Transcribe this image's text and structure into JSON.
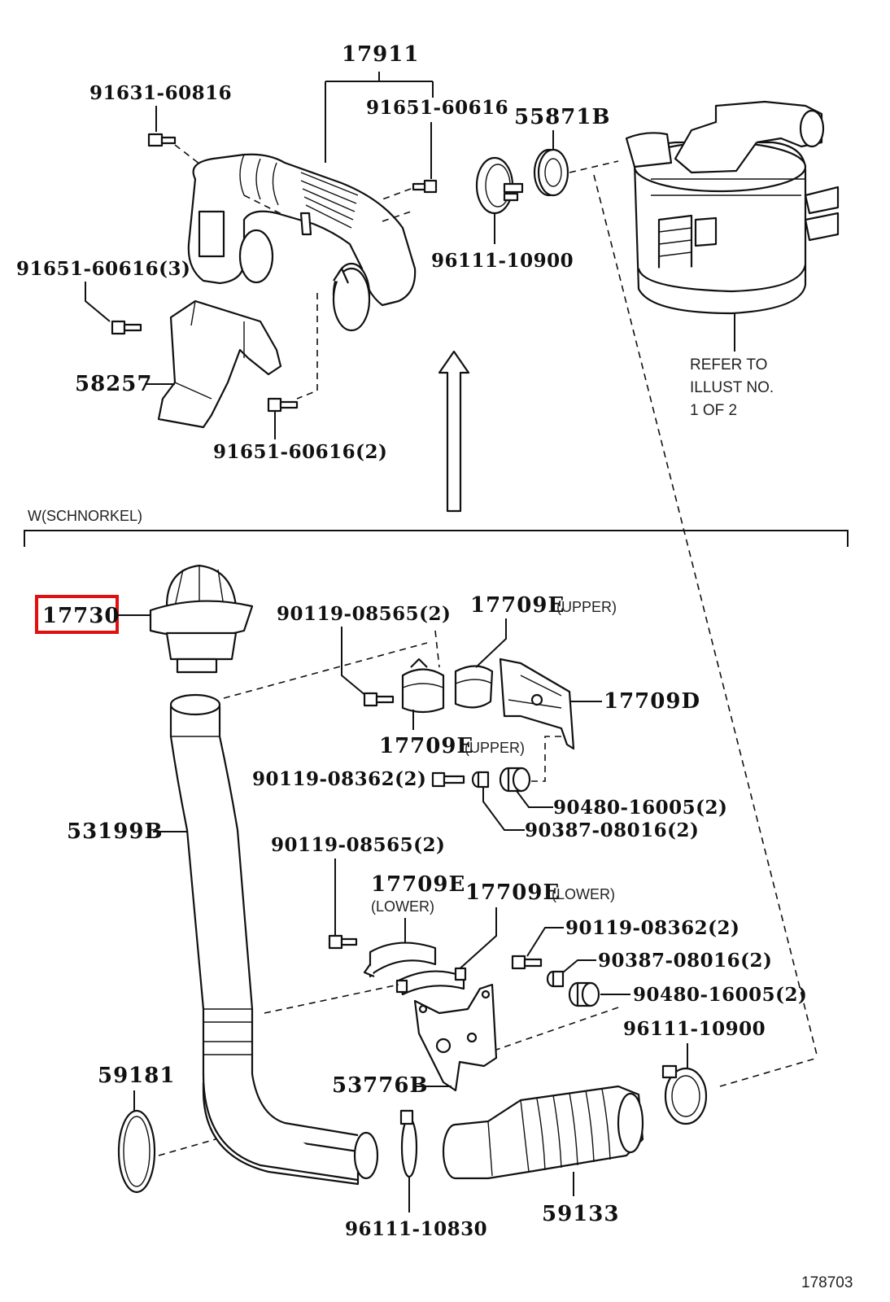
{
  "diagram_id": "178703",
  "section_label": "W(SCHNORKEL)",
  "highlight_color": "#e01010",
  "refer_note": [
    "REFER TO",
    "ILLUST NO.",
    "1 OF 2"
  ],
  "labels": {
    "p17911": "17911",
    "p91631_60816": "91631-60816",
    "p91651_60616_a": "91651-60616",
    "p55871B": "55871B",
    "p96111_10900_a": "96111-10900",
    "p91651_60616_3": "91651-60616(3)",
    "p58257": "58257",
    "p91651_60616_2": "91651-60616(2)",
    "p17730": "17730",
    "p90119_08565_2a": "90119-08565(2)",
    "p17709E_upper_top": "17709E",
    "upper_a": "(UPPER)",
    "p17709D": "17709D",
    "p17709E_upper_bot": "17709E",
    "upper_b": "(UPPER)",
    "p90119_08362_2a": "90119-08362(2)",
    "p90480_16005_2a": "90480-16005(2)",
    "p90387_08016_2a": "90387-08016(2)",
    "p53199B": "53199B",
    "p90119_08565_2b": "90119-08565(2)",
    "p17709E_lower_a": "17709E",
    "lower_a": "(LOWER)",
    "p17709E_lower_b": "17709E",
    "lower_b": "(LOWER)",
    "p90119_08362_2b": "90119-08362(2)",
    "p90387_08016_2b": "90387-08016(2)",
    "p90480_16005_2b": "90480-16005(2)",
    "p96111_10900_b": "96111-10900",
    "p59181": "59181",
    "p53776B": "53776B",
    "p96111_10830": "96111-10830",
    "p59133": "59133"
  }
}
